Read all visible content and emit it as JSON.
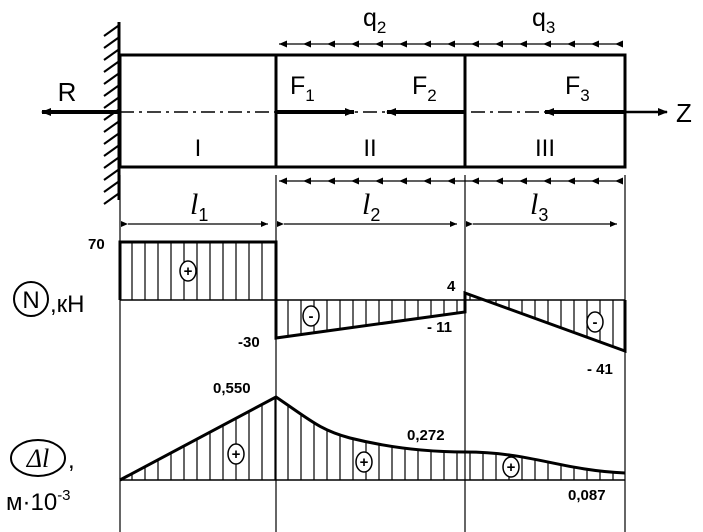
{
  "labels": {
    "R": "R",
    "Z": "Z",
    "q2": "q",
    "q2_sub": "2",
    "q3": "q",
    "q3_sub": "3",
    "F1": "F",
    "F1_sub": "1",
    "F2": "F",
    "F2_sub": "2",
    "F3": "F",
    "F3_sub": "3",
    "sec1": "I",
    "sec2": "II",
    "sec3": "III",
    "l1": "l",
    "l1_sub": "1",
    "l2": "l",
    "l2_sub": "2",
    "l3": "l",
    "l3_sub": "3"
  },
  "n_plot": {
    "symbol": "N",
    "unit": ",кН",
    "values": {
      "v70": "70",
      "vm30": "-30",
      "v4": "4",
      "vm11": "- 11",
      "vm41": "- 41"
    },
    "signs": {
      "s1": "+",
      "s2": "-",
      "s3": "-"
    }
  },
  "dl_plot": {
    "symbol": "Δl",
    "comma": ",",
    "unit_base": "м·10",
    "unit_exp": "-3",
    "values": {
      "v0550": "0,550",
      "v0272": "0,272",
      "v0087": "0,087"
    },
    "signs": {
      "s1": "+",
      "s2": "+",
      "s3": "+"
    }
  }
}
